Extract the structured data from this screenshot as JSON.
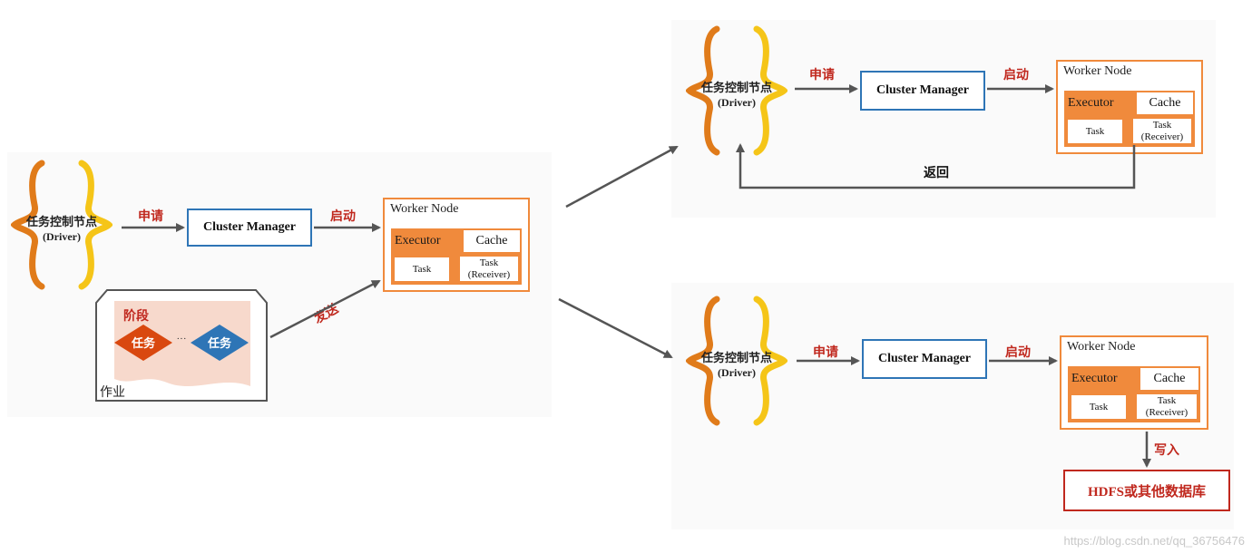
{
  "driver": {
    "title": "任务控制节点",
    "subtitle": "(Driver)"
  },
  "cluster_manager": {
    "label": "Cluster Manager"
  },
  "worker_node": {
    "title": "Worker Node",
    "executor": "Executor",
    "cache": "Cache",
    "task": "Task",
    "task_receiver_line1": "Task",
    "task_receiver_line2": "(Receiver)"
  },
  "labels": {
    "apply": "申请",
    "launch": "启动",
    "send": "发送",
    "return": "返回",
    "write": "写入"
  },
  "job": {
    "stage": "阶段",
    "task_left": "任务",
    "task_right": "任务",
    "ellipsis": "···",
    "job_label": "作业"
  },
  "hdfs": {
    "label": "HDFS或其他数据库"
  },
  "watermark": "https://blog.csdn.net/qq_36756476",
  "colors": {
    "orange": "#f08a3c",
    "blue": "#2e75b6",
    "red": "#c0281e",
    "bracket_dark": "#e07b1a",
    "bracket_light": "#f5c518"
  }
}
